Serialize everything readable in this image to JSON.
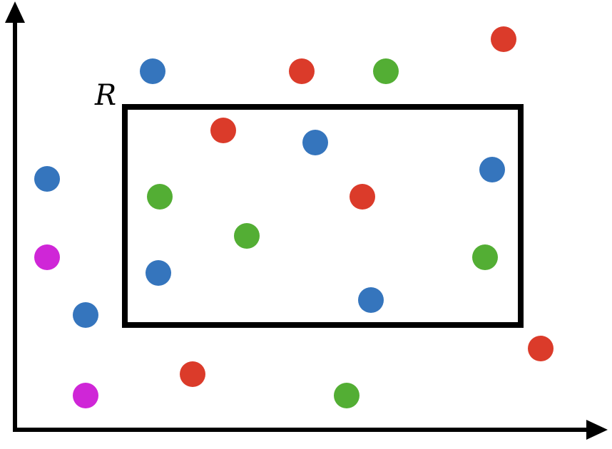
{
  "region": {
    "label": "R"
  },
  "colors": {
    "axis": "#000000",
    "rectangle": "#000000",
    "label": "#000000",
    "blue": "#3575BD",
    "red": "#DB3B2A",
    "green": "#53AE34",
    "magenta": "#CF26D7"
  },
  "points": [
    {
      "color": "red"
    },
    {
      "color": "blue"
    },
    {
      "color": "red"
    },
    {
      "color": "green"
    },
    {
      "color": "red"
    },
    {
      "color": "blue"
    },
    {
      "color": "blue"
    },
    {
      "color": "blue"
    },
    {
      "color": "green"
    },
    {
      "color": "red"
    },
    {
      "color": "green"
    },
    {
      "color": "magenta"
    },
    {
      "color": "green"
    },
    {
      "color": "blue"
    },
    {
      "color": "blue"
    },
    {
      "color": "blue"
    },
    {
      "color": "red"
    },
    {
      "color": "red"
    },
    {
      "color": "magenta"
    },
    {
      "color": "green"
    }
  ]
}
